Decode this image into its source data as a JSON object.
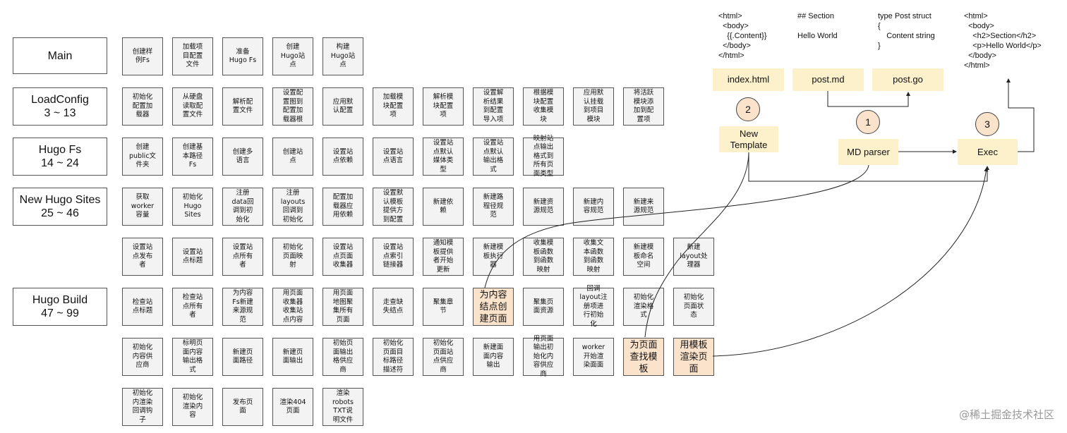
{
  "stages": [
    {
      "label": "Main"
    },
    {
      "label": "LoadConfig\n3 ~ 13"
    },
    {
      "label": "Hugo Fs\n14 ~ 24"
    },
    {
      "label": "New Hugo Sites\n25 ~ 46"
    },
    {
      "label": "Hugo Build\n47 ~ 99"
    }
  ],
  "rows": {
    "main": [
      "创建样\n例Fs",
      "加载项\n目配置\n文件",
      "准备\nHugo Fs",
      "创建\nHugo站\n点",
      "构建\nHugo站\n点"
    ],
    "loadconfig": [
      "初始化\n配置加\n载器",
      "从硬盘\n读取配\n置文件",
      "解析配\n置文件",
      "设置配\n置图到\n配置加\n载器根",
      "应用默\n认配置",
      "加载模\n块配置\n项",
      "解析模\n块配置\n项",
      "设置解\n析结果\n到配置\n导入项",
      "根据模\n块配置\n收集模\n块",
      "应用默\n认挂载\n到项目\n模块",
      "将活跃\n模块添\n加到配\n置项"
    ],
    "hugofs": [
      "创建\npublic文\n件夹",
      "创建基\n本路径\nFs",
      "创建多\n语言",
      "创建站\n点",
      "设置站\n点依赖",
      "设置站\n点语言",
      "设置站\n点默认\n媒体类\n型",
      "设置站\n点默认\n输出格\n式",
      "映射站\n点输出\n格式到\n所有页\n面类型"
    ],
    "newsites1": [
      "获取\nworker\n容量",
      "初始化\nHugo\nSites",
      "注册\ndata回\n调到初\n始化",
      "注册\nlayouts\n回调到\n初始化",
      "配置加\n载器应\n用依赖",
      "设置默\n认模板\n提供方\n到配置",
      "新建依\n赖",
      "新建路\n程径规\n范",
      "新建资\n源规范",
      "新建内\n容规范",
      "新建来\n源规范"
    ],
    "newsites2": [
      "设置站\n点发布\n者",
      "设置站\n点标题",
      "设置站\n点所有\n者",
      "初始化\n页面映\n射",
      "设置站\n点页面\n收集器",
      "设置站\n点索引\n链接器",
      "通知模\n板提供\n者开始\n更新",
      "新建模\n板执行\n器",
      "收集模\n板函数\n到函数\n映射",
      "收集文\n本函数\n到函数\n映射",
      "新建模\n板命名\n空间",
      "新建\nlayout处\n理器"
    ],
    "build1": [
      "检查站\n点标题",
      "检查站\n点所有\n者",
      "为内容\nFs新建\n来源规\n范",
      "用页面\n收集器\n收集站\n点内容",
      "用页面\n地图聚\n集所有\n页面",
      "走查缺\n失结点",
      "聚集章\n节",
      "为内容\n结点创\n建页面",
      "聚集页\n面资源",
      "回调\nlayout注\n册项进\n行初始\n化",
      "初始化\n渲染格\n式",
      "初始化\n页面状\n态"
    ],
    "build2": [
      "初始化\n内容供\n应商",
      "标明页\n面内容\n输出格\n式",
      "新建页\n面路径",
      "新建页\n面输出",
      "初始页\n面输出\n格供应\n商",
      "初始化\n页面目\n标路径\n描述符",
      "初始化\n页面站\n点供应\n商",
      "新建面\n面内容\n输出",
      "用页面\n输出初\n始化内\n容供应\n商",
      "worker\n开始渲\n染面面",
      "为页面\n查找模\n板",
      "用模板\n渲染页\n面"
    ],
    "build3": [
      "初始化\n内渲染\n回调钩\n子",
      "初始化\n渲染内\n容",
      "发布页\n面",
      "渲染404\n页面",
      "渲染\nrobots\nTXT说\n明文件"
    ]
  },
  "highlighted": [
    "build1.7",
    "build2.10",
    "build2.11"
  ],
  "right_panel": {
    "code_index": "<html>\n  <body>\n    {{.Content}}\n  </body>\n</html>",
    "code_md": "## Section\n\nHello World",
    "code_go": "type Post struct\n{\n    Content string\n}",
    "code_output": "<html>\n  <body>\n    <h2>Section</h2>\n    <p>Hello World</p>\n  </body>\n</html>",
    "files": {
      "index": "index.html",
      "md": "post.md",
      "go": "post.go"
    },
    "steps": {
      "new_template": "New\nTemplate",
      "md_parser": "MD parser",
      "exec": "Exec"
    },
    "numbers": {
      "n1": "1",
      "n2": "2",
      "n3": "3"
    }
  },
  "colors": {
    "highlight": "#fbe3cb",
    "file_fill": "#fdf1cc",
    "box_fill": "#f3f3f3"
  },
  "watermark": "@稀土掘金技术社区"
}
